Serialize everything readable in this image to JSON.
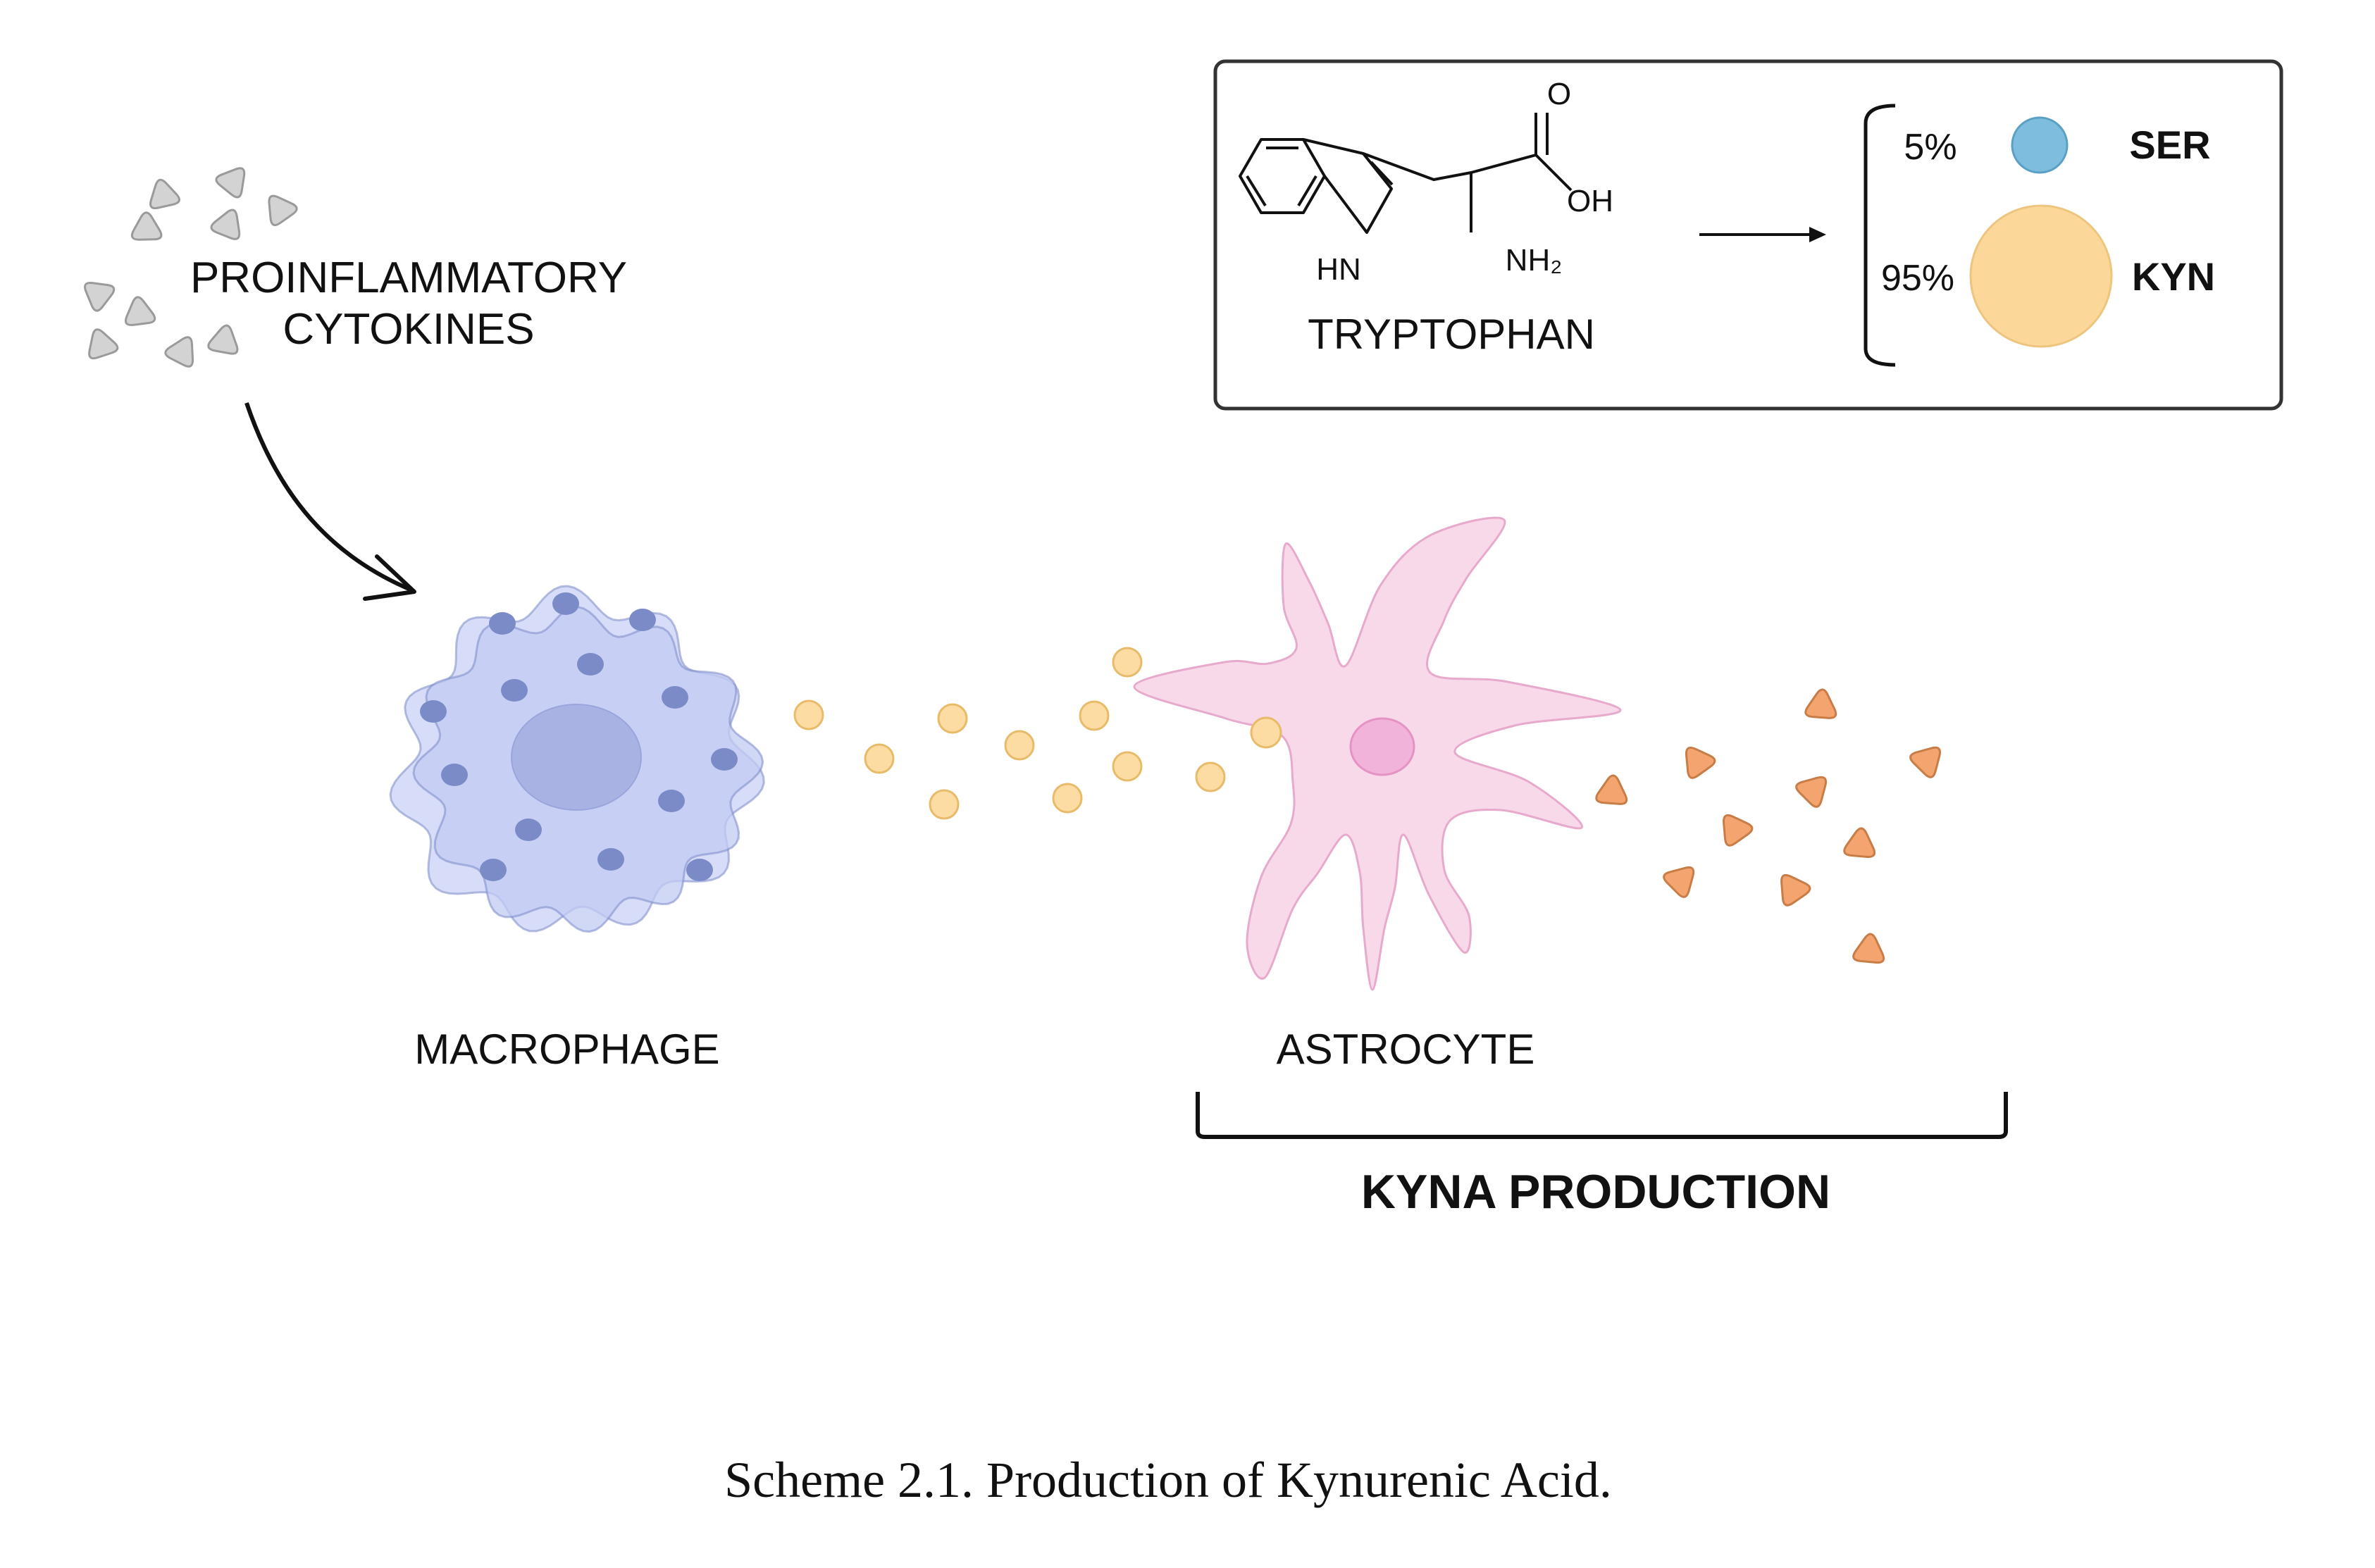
{
  "labels": {
    "cytokines_line1": "PROINFLAMMATORY",
    "cytokines_line2": "CYTOKINES",
    "macrophage": "MACROPHAGE",
    "astrocyte": "ASTROCYTE",
    "kyna_production": "KYNA PRODUCTION",
    "caption": "Scheme 2.1. Production of Kynurenic Acid."
  },
  "tryptophan_panel": {
    "molecule_name": "TRYPTOPHAN",
    "atom_o": "O",
    "atom_oh": "OH",
    "atom_nh2": "NH₂",
    "atom_hn": "HN",
    "products": [
      {
        "percent": "5%",
        "name": "SER",
        "share": 0.05,
        "color": "#7ebddd"
      },
      {
        "percent": "95%",
        "name": "KYN",
        "share": 0.95,
        "color": "#fbd899"
      }
    ]
  },
  "colors": {
    "cytokine": "#d3d3d3",
    "macrophage_fill": "#c9d1f5",
    "macrophage_dot": "#7b8bc8",
    "macrophage_nucleus": "#a9b3e3",
    "kyn_particle": "#fcdca2",
    "astrocyte_fill": "#f8d9ea",
    "astrocyte_nucleus": "#f2b3da",
    "kyna_particle": "#f3a46f"
  }
}
